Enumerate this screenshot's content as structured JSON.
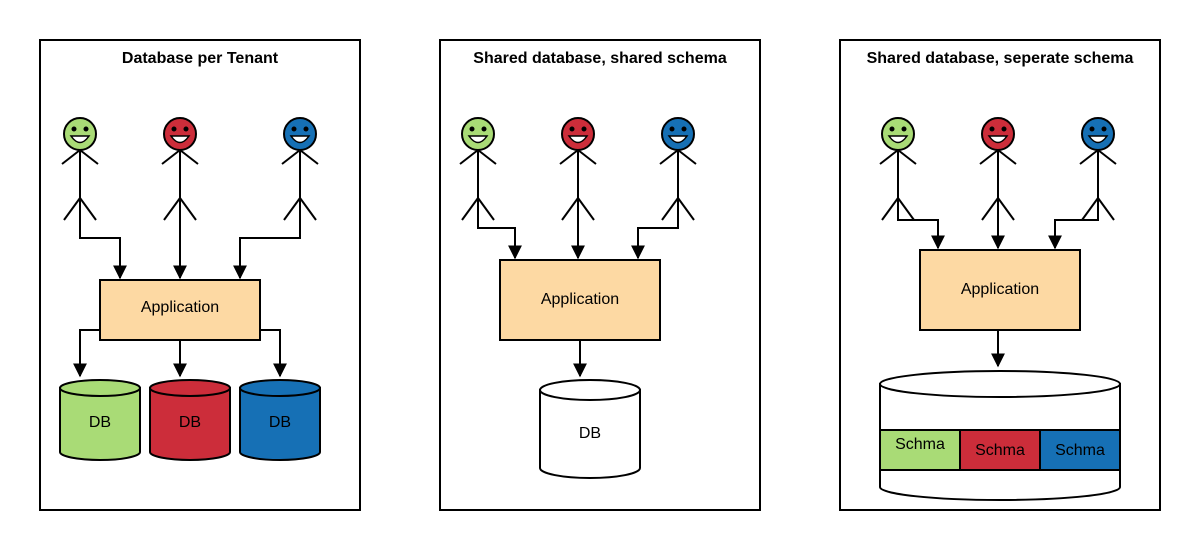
{
  "colors": {
    "green": "#a9db76",
    "red": "#cc2d3a",
    "blue": "#1670b5",
    "application_fill": "#fdd9a3",
    "white": "#ffffff",
    "stroke": "#000000"
  },
  "panels": [
    {
      "title": "Database per Tenant",
      "tenants": [
        "green",
        "red",
        "blue"
      ],
      "application_label": "Application",
      "databases": [
        {
          "label": "DB",
          "color": "green"
        },
        {
          "label": "DB",
          "color": "red"
        },
        {
          "label": "DB",
          "color": "blue"
        }
      ]
    },
    {
      "title": "Shared database, shared schema",
      "tenants": [
        "green",
        "red",
        "blue"
      ],
      "application_label": "Application",
      "databases": [
        {
          "label": "DB",
          "color": "white"
        }
      ]
    },
    {
      "title": "Shared database, seperate schema",
      "tenants": [
        "green",
        "red",
        "blue"
      ],
      "application_label": "Application",
      "schemas": [
        {
          "label": "Schma",
          "color": "green"
        },
        {
          "label": "Schma",
          "color": "red"
        },
        {
          "label": "Schma",
          "color": "blue"
        }
      ]
    }
  ]
}
